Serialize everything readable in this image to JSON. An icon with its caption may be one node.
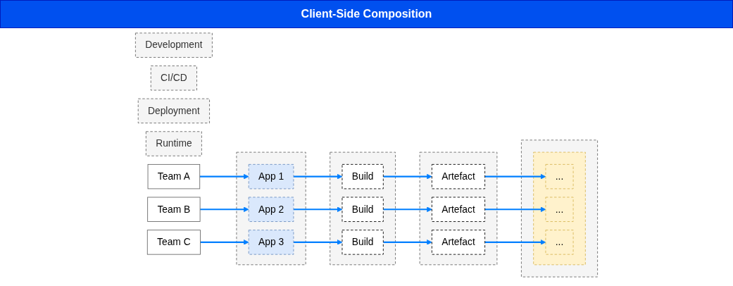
{
  "diagram": {
    "title": "Client-Side Composition",
    "nodes": [
      {
        "text": [
          "Development"
        ]
      },
      {
        "text": [
          "CI/CD"
        ]
      },
      {
        "text": [
          "Deployment"
        ]
      },
      {
        "text": [
          "Runtime"
        ]
      },
      {
        "text": [
          "Team A"
        ]
      },
      {
        "text": [
          "Team B"
        ]
      },
      {
        "text": [
          "Team C"
        ]
      },
      {
        "text": [],
        "shape": "box"
      },
      {
        "text": [
          "App 1"
        ],
        "in": 7
      },
      {
        "text": [
          "App 2"
        ],
        "in": 7
      },
      {
        "text": [
          "App 3"
        ],
        "in": 7
      },
      {
        "text": [],
        "shape": "box"
      },
      {
        "text": [
          "Build"
        ],
        "in": 11
      },
      {
        "text": [
          "Build"
        ],
        "in": 11
      },
      {
        "text": [
          "Build"
        ],
        "in": 11
      },
      {
        "text": [],
        "shape": "box"
      },
      {
        "text": [
          "Artefact"
        ],
        "in": 15
      },
      {
        "text": [
          "Artefact"
        ],
        "in": 15
      },
      {
        "text": [
          "Artefact"
        ],
        "in": 15
      },
      {
        "text": [],
        "shape": "box"
      },
      {
        "text": [],
        "shape": "box",
        "in": 19
      },
      {
        "text": [
          "..."
        ],
        "in": 20
      },
      {
        "text": [
          "..."
        ],
        "in": 20
      },
      {
        "text": [
          "..."
        ],
        "in": 20
      }
    ],
    "edges": [
      {
        "from": 4,
        "to": 8,
        "arrow": "to"
      },
      {
        "from": 8,
        "to": 12,
        "arrow": "to"
      },
      {
        "from": 12,
        "to": 16,
        "arrow": "to"
      },
      {
        "from": 16,
        "to": 21,
        "arrow": "to"
      },
      {
        "from": 5,
        "to": 9,
        "arrow": "to"
      },
      {
        "from": 9,
        "to": 13,
        "arrow": "to"
      },
      {
        "from": 13,
        "to": 17,
        "arrow": "to"
      },
      {
        "from": 17,
        "to": 22,
        "arrow": "to"
      },
      {
        "from": 6,
        "to": 10,
        "arrow": "to"
      },
      {
        "from": 10,
        "to": 14,
        "arrow": "to"
      },
      {
        "from": 14,
        "to": 18,
        "arrow": "to"
      },
      {
        "from": 18,
        "to": 23,
        "arrow": "to"
      }
    ]
  }
}
